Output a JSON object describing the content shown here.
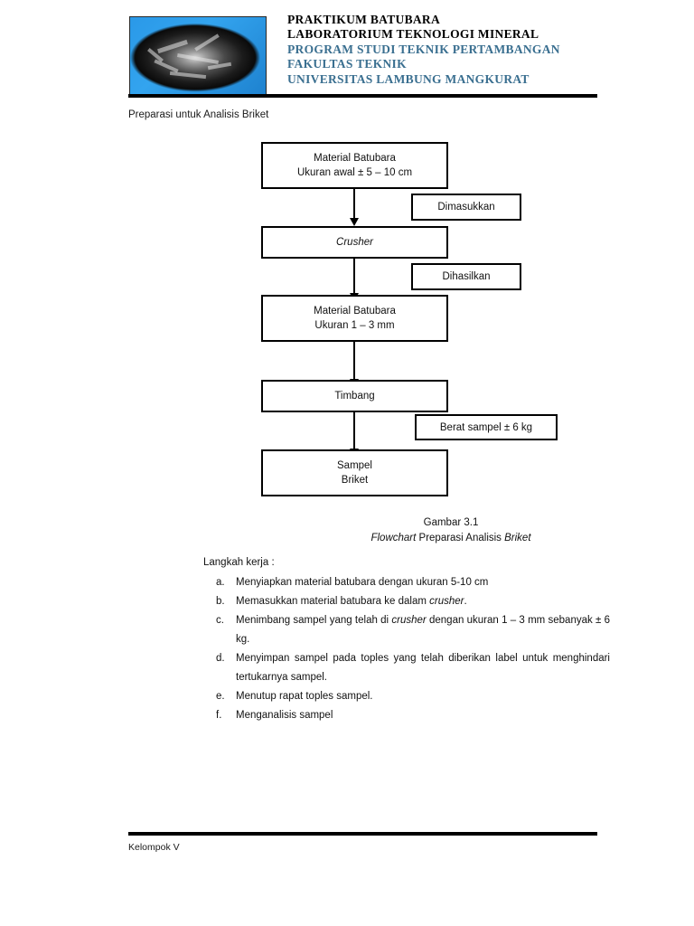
{
  "header": {
    "photo_alt": "coal-rock-photo",
    "lines": [
      {
        "text": "PRAKTIKUM BATUBARA",
        "color": "#000000"
      },
      {
        "text": "LABORATORIUM TEKNOLOGI MINERAL",
        "color": "#000000"
      },
      {
        "text": "PROGRAM STUDI TEKNIK PERTAMBANGAN",
        "color": "#3a6f90"
      },
      {
        "text": "FAKULTAS TEKNIK",
        "color": "#3a6f90"
      },
      {
        "text": "UNIVERSITAS LAMBUNG MANGKURAT",
        "color": "#3a6f90"
      }
    ],
    "accent_blue": "#3a6f90"
  },
  "section_title": "Preparasi untuk Analisis Briket",
  "flowchart": {
    "boxes": [
      {
        "id": "material-awal",
        "line1": "Material Batubara",
        "line2": "Ukuran awal ± 5 – 10 cm"
      },
      {
        "id": "dimasukkan",
        "line1": "Dimasukkan",
        "line2": ""
      },
      {
        "id": "crusher",
        "line1": "Crusher",
        "line2": ""
      },
      {
        "id": "dihasilkan",
        "line1": "Dihasilkan",
        "line2": ""
      },
      {
        "id": "material-hasil",
        "line1": "Material Batubara",
        "line2": "Ukuran 1 – 3 mm"
      },
      {
        "id": "timbang",
        "line1": "Timbang",
        "line2": ""
      },
      {
        "id": "berat-sampel",
        "line1": "Berat sampel ± 6 kg",
        "line2": ""
      },
      {
        "id": "sampel-briket",
        "line1": "Sampel",
        "line2": "Briket"
      }
    ]
  },
  "caption": {
    "line1": "Gambar 3.1",
    "line2_italic1": "Flowchart",
    "line2_plain": "  Preparasi Analisis ",
    "line2_italic2": "Briket"
  },
  "steps": {
    "intro": "Langkah kerja :",
    "items": [
      {
        "marker": "a.",
        "parts": [
          {
            "t": "Menyiapkan material batubara dengan ukuran 5-10 cm",
            "i": false
          }
        ],
        "justify": false
      },
      {
        "marker": "b.",
        "parts": [
          {
            "t": "Memasukkan material batubara ke dalam ",
            "i": false
          },
          {
            "t": "crusher",
            "i": true
          },
          {
            "t": ".",
            "i": false
          }
        ],
        "justify": false
      },
      {
        "marker": "c.",
        "parts": [
          {
            "t": "Menimbang sampel yang telah di ",
            "i": false
          },
          {
            "t": "crusher",
            "i": true
          },
          {
            "t": " dengan ukuran 1 – 3 mm sebanyak ± 6 kg.",
            "i": false
          }
        ],
        "justify": true
      },
      {
        "marker": "d.",
        "parts": [
          {
            "t": "Menyimpan sampel pada toples yang telah diberikan label untuk menghindari tertukarnya sampel.",
            "i": false
          }
        ],
        "justify": true
      },
      {
        "marker": "e.",
        "parts": [
          {
            "t": "Menutup rapat toples sampel.",
            "i": false
          }
        ],
        "justify": false
      },
      {
        "marker": "f.",
        "parts": [
          {
            "t": "Menganalisis sampel",
            "i": false
          }
        ],
        "justify": false
      }
    ]
  },
  "footer": {
    "text": "Kelompok V"
  }
}
